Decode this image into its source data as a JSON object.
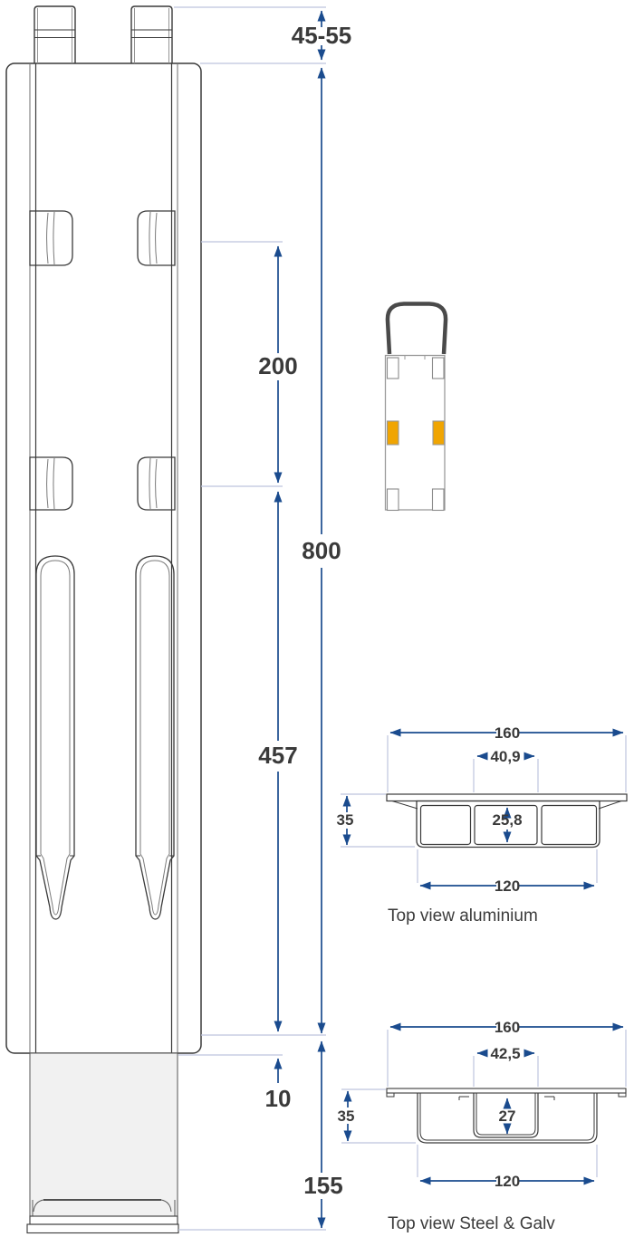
{
  "drawing": {
    "kind": "post-technical-drawing",
    "colors": {
      "dimension_blue": "#1a4b8e",
      "extension_line": "#bdc4de",
      "outline_dark": "#3a3a3a",
      "part_fill": "#f1f1f1",
      "marker_yellow": "#f0a502"
    },
    "elevation": {
      "dim_top_range": "45-55",
      "dim_hole_spacing": "200",
      "dim_overall_height": "800",
      "dim_slot_length": "457",
      "dim_gap": "10",
      "dim_base_height": "155"
    },
    "alu_section": {
      "caption": "Top view aluminium",
      "dim_width": "160",
      "dim_slot_width": "40,9",
      "dim_height": "35",
      "dim_inner_height": "25,8",
      "dim_body_width": "120"
    },
    "steel_section": {
      "caption": "Top view Steel & Galv",
      "dim_width": "160",
      "dim_slot_width": "42,5",
      "dim_height": "35",
      "dim_inner_height": "27",
      "dim_body_width": "120"
    }
  }
}
